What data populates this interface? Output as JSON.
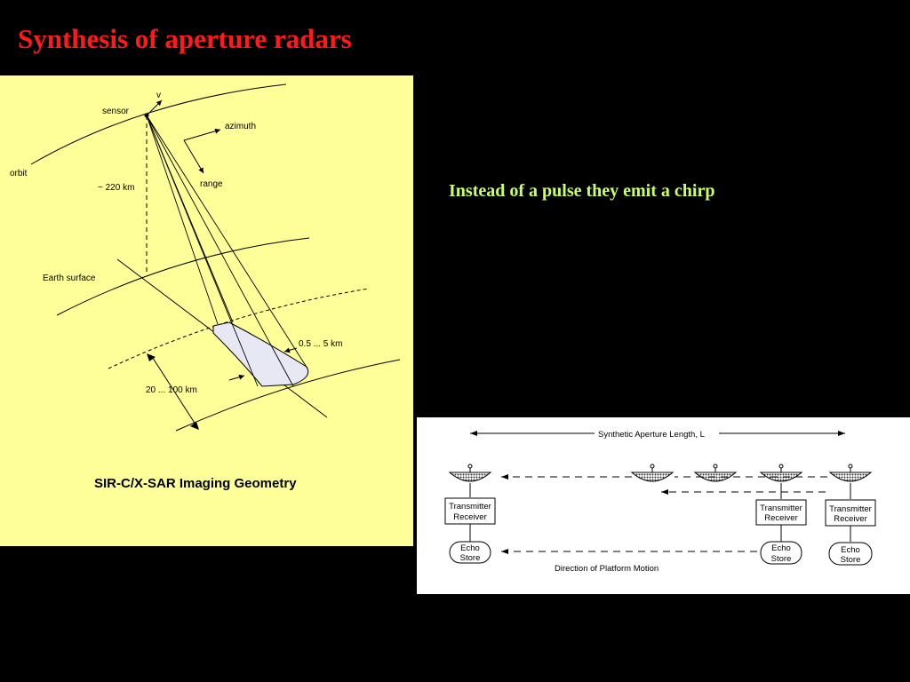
{
  "slide": {
    "title": "Synthesis of aperture radars",
    "subtitle": "Instead of a pulse they emit a chirp"
  },
  "colors": {
    "background": "#000000",
    "title": "#ff1a1a",
    "subtitle": "#ccff66",
    "left_panel_bg": "#ffff99",
    "right_panel_bg": "#ffffff",
    "footprint_fill": "#e8e8f4"
  },
  "geometry_diagram": {
    "velocity_label": "v",
    "sensor_label": "sensor",
    "azimuth_label": "azimuth",
    "orbit_label": "orbit",
    "altitude_label": "~ 220 km",
    "range_label": "range",
    "earth_surface_label": "Earth surface",
    "footprint_width_label": "0.5 ... 5 km",
    "swath_label": "20 ... 100 km",
    "caption": "SIR-C/X-SAR  Imaging  Geometry"
  },
  "sar_diagram": {
    "aperture_label": "Synthetic Aperture Length, L",
    "transmitter_receiver": [
      "Transmitter",
      "Receiver"
    ],
    "echo_store": [
      "Echo",
      "Store"
    ],
    "motion_label": "Direction of Platform Motion"
  }
}
